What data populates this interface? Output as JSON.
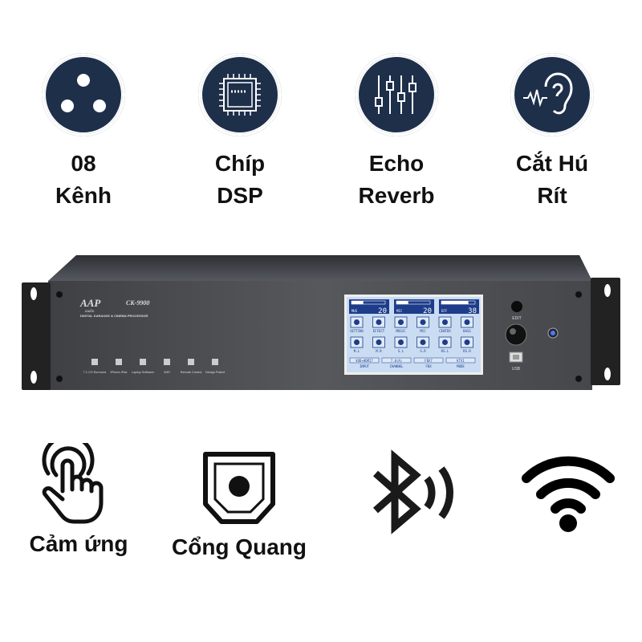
{
  "features_top": [
    {
      "icon": "xlr-connector-icon",
      "line1": "08",
      "line2": "Kênh"
    },
    {
      "icon": "dsp-chip-icon",
      "line1": "Chíp",
      "line2": "DSP"
    },
    {
      "icon": "equalizer-sliders-icon",
      "line1": "Echo",
      "line2": "Reverb"
    },
    {
      "icon": "ear-soundwave-icon",
      "line1": "Cắt Hú",
      "line2": "Rít"
    }
  ],
  "device": {
    "brand": "AAP",
    "brand_sub": "audio",
    "model": "CK-9900",
    "subtitle": "DIGITAL KARAOKE & CINEMA PROCESSOR",
    "front_icons": [
      "7.1 CH Surround",
      "iPhone-iPad",
      "Laptop Software",
      "WiFi",
      "Remote Control",
      "Design Patent"
    ],
    "edit_label": "EDIT",
    "usb_label": "USB",
    "screen": {
      "levels": [
        {
          "label": "MUS",
          "value": "20",
          "fill": 0.35
        },
        {
          "label": "MIC",
          "value": "20",
          "fill": 0.35
        },
        {
          "label": "EFF",
          "value": "38",
          "fill": 0.8
        }
      ],
      "row1": [
        "SETTING",
        "EFFECT",
        "MUSIC",
        "MIC",
        "CENTER",
        "BASS"
      ],
      "row2": [
        "M.L",
        "M.R",
        "S.L",
        "S.R",
        "RS.L",
        "RS.R"
      ],
      "status_values": [
        "VOD+HDMI7",
        "7.0(A)",
        "FBX7",
        "KTV1"
      ],
      "status_labels": [
        "INPUT",
        "CHANNEL",
        "FBX",
        "MODE"
      ]
    }
  },
  "features_bottom": [
    {
      "icon": "touch-hand-icon",
      "label": "Cảm ứng"
    },
    {
      "icon": "optical-port-icon",
      "label": "Cổng Quang"
    },
    {
      "icon": "bluetooth-icon",
      "label": ""
    },
    {
      "icon": "wifi-icon",
      "label": ""
    }
  ],
  "colors": {
    "icon_navy": "#1e2f4a",
    "chassis": "#4a4c50",
    "screen": "#c9dcf2"
  }
}
